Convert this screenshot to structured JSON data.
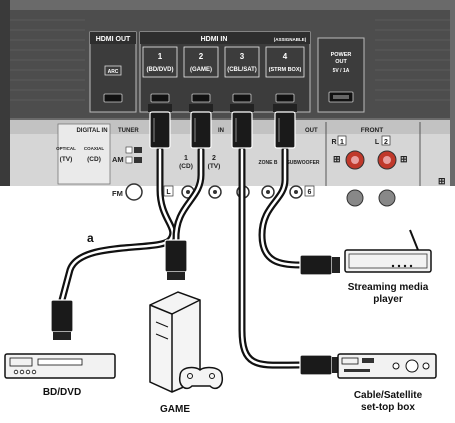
{
  "panel": {
    "hdmi_out": "HDMI OUT",
    "arc": "ARC",
    "hdmi_in": "HDMI IN",
    "assignable": "(ASSIGNABLE)",
    "inputs": [
      {
        "num": "1",
        "name": "(BD/DVD)"
      },
      {
        "num": "2",
        "name": "(GAME)"
      },
      {
        "num": "3",
        "name": "(CBL/SAT)"
      },
      {
        "num": "4",
        "name": "(STRM BOX)"
      }
    ],
    "power_out_1": "POWER",
    "power_out_2": "OUT",
    "power_out_3": "5V / 1A",
    "digital_in": "DIGITAL IN",
    "optical": "OPTICAL",
    "optical_tv": "(TV)",
    "coaxial": "COAXIAL",
    "coaxial_cd": "(CD)",
    "tuner": "TUNER",
    "in": "IN",
    "out": "OUT",
    "am": "AM",
    "fm": "FM",
    "cd_1": "1",
    "cd_1_label": "(CD)",
    "tv_2": "2",
    "tv_2_label": "(TV)",
    "zone_b": "ZONE B",
    "subwoofer": "SUBWOOFER",
    "front": "FRONT",
    "r1": "R",
    "r1_num": "1",
    "l2": "L",
    "l2_num": "2",
    "l_mark": "L",
    "six_mark": "6"
  },
  "cable_label": "a",
  "devices": {
    "streaming_1": "Streaming media",
    "streaming_2": "player",
    "bd_dvd": "BD/DVD",
    "game": "GAME",
    "cable_sat_1": "Cable/Satellite",
    "cable_sat_2": "set-top box"
  },
  "colors": {
    "panel_bg": "#4a4a4a",
    "panel_light": "#d9d9d9",
    "cable": "#222222",
    "cable_highlight": "#ffffff"
  }
}
